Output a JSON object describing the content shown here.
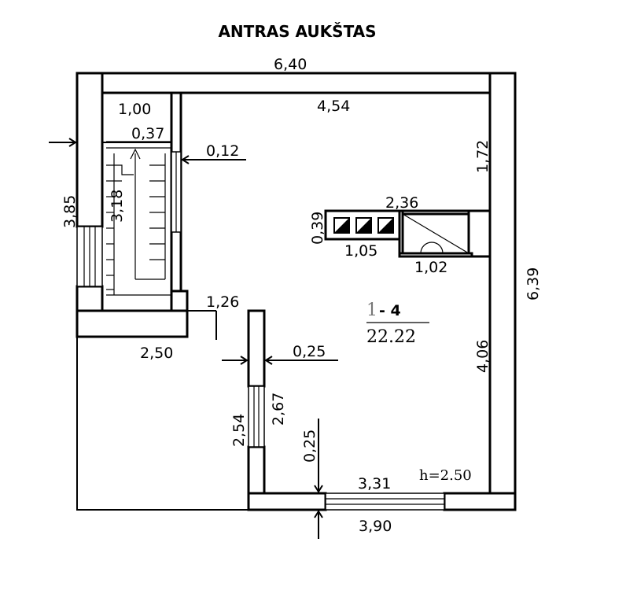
{
  "title": "ANTRAS AUKŠTAS",
  "dimensions": {
    "top_width": "6,40",
    "inner_top_left": "1,00",
    "inner_top": "4,54",
    "stair_width": "0,37",
    "wall_thickness": "0,12",
    "left_height": "3,85",
    "stair_length": "3,18",
    "right_upper": "1,72",
    "chimney_width": "2,36",
    "chimney_depth": "0,39",
    "chimney_left": "1,05",
    "chimney_right": "1,02",
    "right_height": "6,39",
    "step_width": "1,26",
    "lower_left": "2,50",
    "notch_wall": "0,25",
    "right_lower": "4,06",
    "window_left_outer": "2,54",
    "window_left_inner": "2,67",
    "bottom_wall": "0,25",
    "window_bottom": "3,31",
    "bottom_width": "3,90"
  },
  "room": {
    "number_left": "1",
    "number_right": "- 4",
    "area": "22.22",
    "height": "h=2.50"
  }
}
